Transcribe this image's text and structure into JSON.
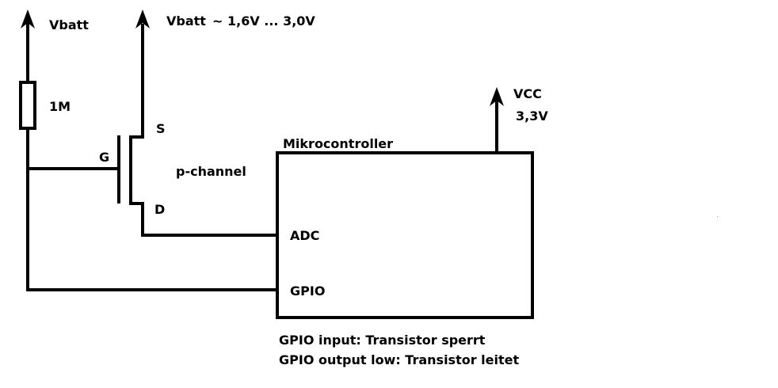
{
  "labels": {
    "vbatt_left": "Vbatt",
    "vbatt_right": "Vbatt",
    "vbatt_range": "~ 1,6V ... 3,0V",
    "resistor_value": "1M",
    "gate": "G",
    "source": "S",
    "drain": "D",
    "transistor_type": "p-channel",
    "mcu_title": "Mikrocontroller",
    "vcc": "VCC",
    "vcc_value": "3,3V",
    "adc_pin": "ADC",
    "gpio_pin": "GPIO"
  },
  "notes": [
    "GPIO input: Transistor sperrt",
    "GPIO output low: Transistor leitet"
  ],
  "colors": {
    "ink": "#000000",
    "background": "#ffffff"
  }
}
